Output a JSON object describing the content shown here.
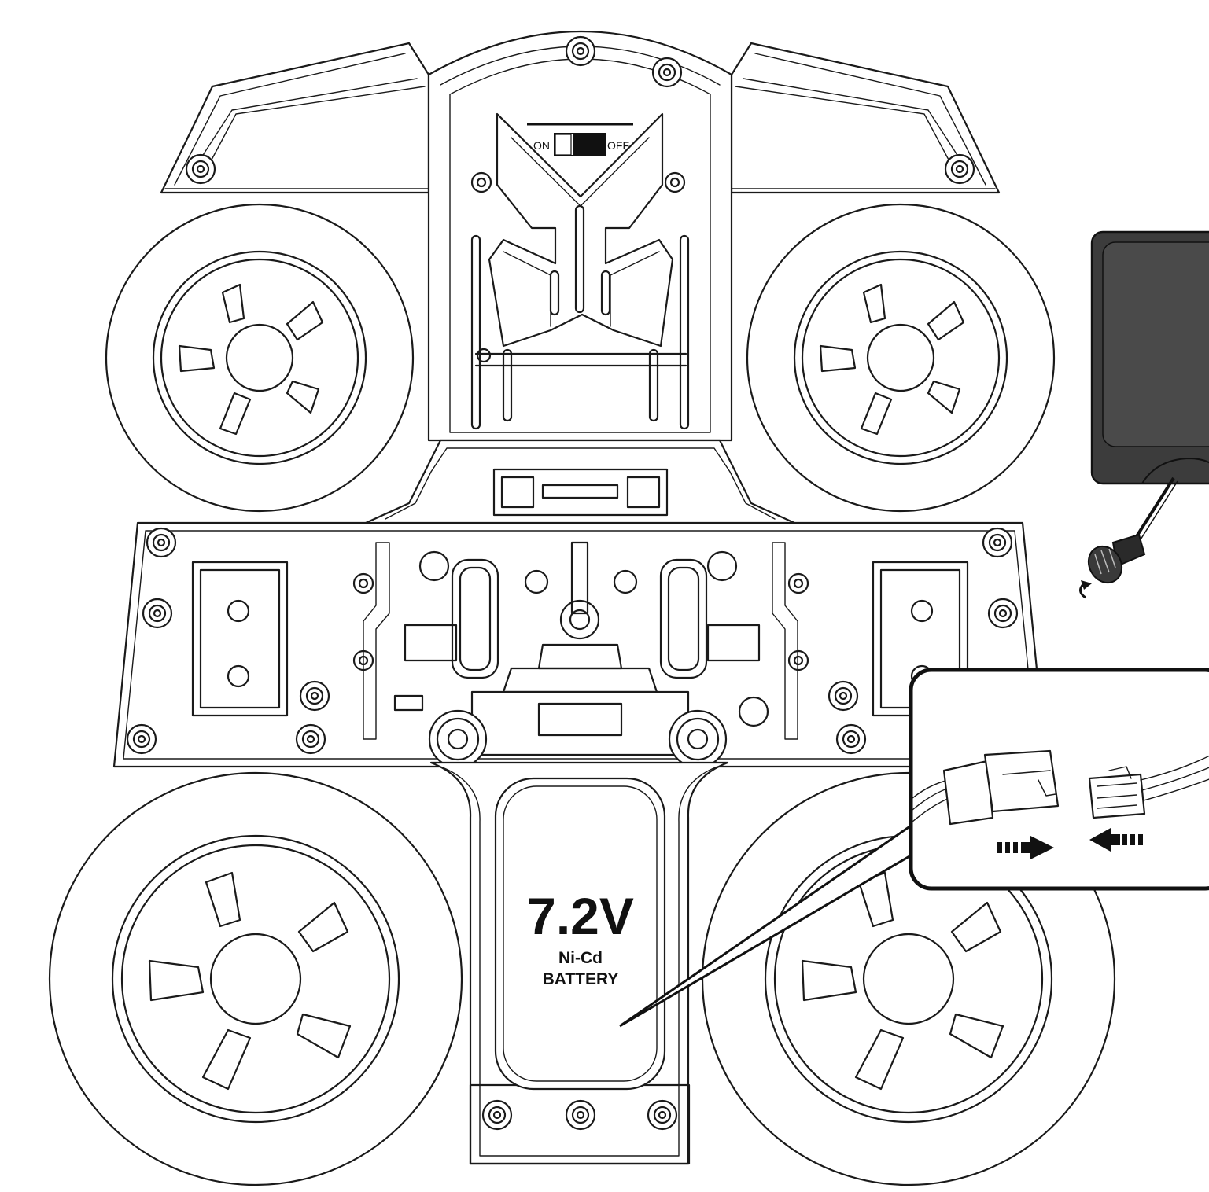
{
  "switch": {
    "on_label": "ON",
    "off_label": "OFF"
  },
  "battery": {
    "voltage": "7.2V",
    "type": "Ni-Cd",
    "name": "BATTERY"
  },
  "colors": {
    "line": "#1a1a1a",
    "charger_body": "#3c3c3c",
    "background": "#ffffff"
  },
  "icons": {
    "connector_push_arrows": "arrow-right / arrow-left",
    "rotate_hint": "rotate-arrow-icon"
  }
}
